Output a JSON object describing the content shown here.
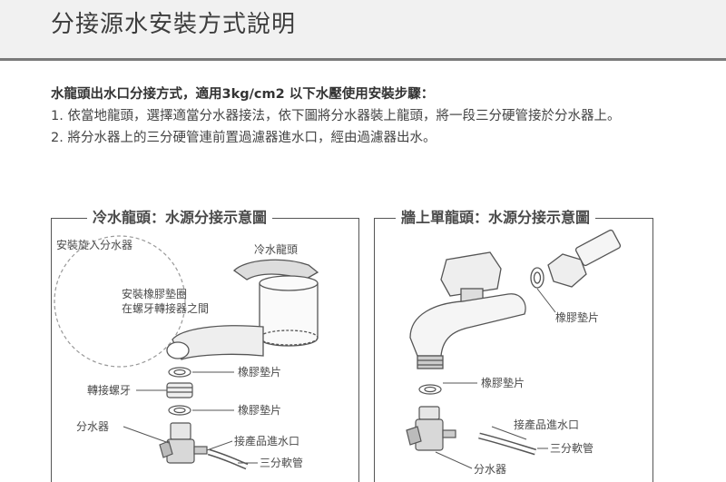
{
  "page": {
    "title": "分接源水安裝方式說明"
  },
  "intro": {
    "heading": "水龍頭出水口分接方式，適用3kg/cm2 以下水壓使用安裝步驟：",
    "steps": [
      "1. 依當地龍頭，選擇適當分水器接法，依下圖將分水器裝上龍頭，將一段三分硬管接於分水器上。",
      "2. 將分水器上的三分硬管連前置過濾器進水口，經由過濾器出水。"
    ]
  },
  "left_panel": {
    "title": "冷水龍頭：水源分接示意圖",
    "labels": {
      "screw_in": "安裝旋入分水器",
      "faucet": "冷水龍頭",
      "install_gasket_line1": "安裝橡膠墊圈",
      "install_gasket_line2": "在螺牙轉接器之間",
      "gasket_1": "橡膠墊片",
      "adapter_thread": "轉接螺牙",
      "gasket_2": "橡膠墊片",
      "diverter": "分水器",
      "product_inlet": "接產品進水口",
      "soft_tube": "三分軟管"
    }
  },
  "right_panel": {
    "title": "牆上單龍頭：水源分接示意圖",
    "labels": {
      "gasket_top": "橡膠墊片",
      "gasket_mid": "橡膠墊片",
      "product_inlet": "接產品進水口",
      "soft_tube": "三分軟管",
      "diverter": "分水器"
    }
  }
}
